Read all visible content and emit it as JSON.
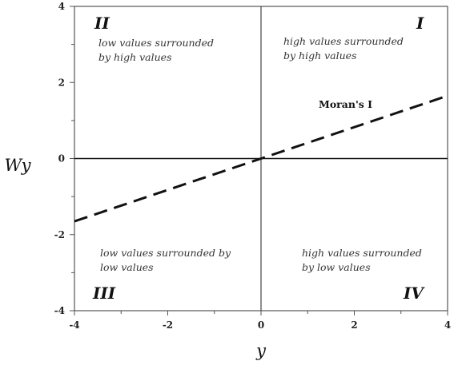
{
  "chart_data": {
    "type": "line",
    "xlabel": "y",
    "ylabel": "Wy",
    "xlim": [
      -4,
      4
    ],
    "ylim": [
      -4,
      4
    ],
    "x_ticks": [
      -4,
      -2,
      0,
      2,
      4
    ],
    "y_ticks": [
      -4,
      -2,
      0,
      2,
      4
    ],
    "grid": false,
    "series": [
      {
        "name": "Moran's I",
        "x": [
          -4,
          4
        ],
        "y": [
          -1.65,
          1.65
        ],
        "style": "dashed"
      }
    ],
    "quadrants": [
      {
        "number": "I",
        "lines": [
          "high values surrounded",
          "by high values"
        ]
      },
      {
        "number": "II",
        "lines": [
          "low values surrounded",
          "by high values"
        ]
      },
      {
        "number": "III",
        "lines": [
          "low values surrounded by",
          "low values"
        ]
      },
      {
        "number": "IV",
        "lines": [
          "high values surrounded",
          "by low values"
        ]
      }
    ]
  }
}
